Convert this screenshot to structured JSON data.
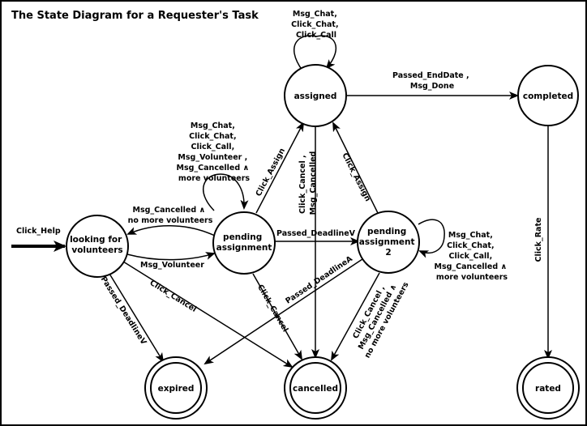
{
  "title": "The State Diagram for a Requester's Task",
  "states": {
    "looking": {
      "lines": [
        "looking for",
        "volunteers"
      ]
    },
    "pending": {
      "lines": [
        "pending",
        "assignment"
      ]
    },
    "pending2": {
      "lines": [
        "pending",
        "assignment",
        "2"
      ]
    },
    "assigned": {
      "lines": [
        "assigned"
      ]
    },
    "completed": {
      "lines": [
        "completed"
      ]
    },
    "expired": {
      "lines": [
        "expired"
      ]
    },
    "cancelled": {
      "lines": [
        "cancelled"
      ]
    },
    "rated": {
      "lines": [
        "rated"
      ]
    }
  },
  "transitions": {
    "click_help": {
      "lines": [
        "Click_Help"
      ]
    },
    "assigned_self": {
      "lines": [
        "Msg_Chat,",
        "Click_Chat,",
        "Click_Call"
      ]
    },
    "to_completed": {
      "lines": [
        "Passed_EndDate ,",
        "Msg_Done"
      ]
    },
    "pending_self": {
      "lines": [
        "Msg_Chat,",
        "Click_Chat,",
        "Click_Call,",
        "Msg_Volunteer ,",
        "Msg_Cancelled ∧",
        "more volunteers"
      ]
    },
    "pending_to_looking": {
      "lines": [
        "Msg_Cancelled ∧",
        "no more volunteers"
      ]
    },
    "msg_volunteer": {
      "lines": [
        "Msg_Volunteer"
      ]
    },
    "passed_deadline_v2": {
      "lines": [
        "Passed_DeadlineV"
      ]
    },
    "click_assign_1": {
      "lines": [
        "Click_Assign"
      ]
    },
    "click_assign_2": {
      "lines": [
        "Click_Assign"
      ]
    },
    "assigned_cancel": {
      "lines": [
        "Click_Cancel ,",
        "Msg_Cancelled"
      ]
    },
    "pending2_self": {
      "lines": [
        "Msg_Chat,",
        "Click_Chat,",
        "Click_Call,",
        "Msg_Cancelled ∧",
        "more volunteers"
      ]
    },
    "pending2_cancel": {
      "lines": [
        "Click_Cancel ,",
        "Msg_Cancelled ∧",
        "no more volunteers"
      ]
    },
    "passed_deadline_a": {
      "lines": [
        "Passed_DeadlineA"
      ]
    },
    "pending_cancel": {
      "lines": [
        "Click_Cancel"
      ]
    },
    "looking_cancel": {
      "lines": [
        "Click_Cancel"
      ]
    },
    "looking_expired": {
      "lines": [
        "Passed_DeadlineV"
      ]
    },
    "click_rate": {
      "lines": [
        "Click_Rate"
      ]
    }
  }
}
